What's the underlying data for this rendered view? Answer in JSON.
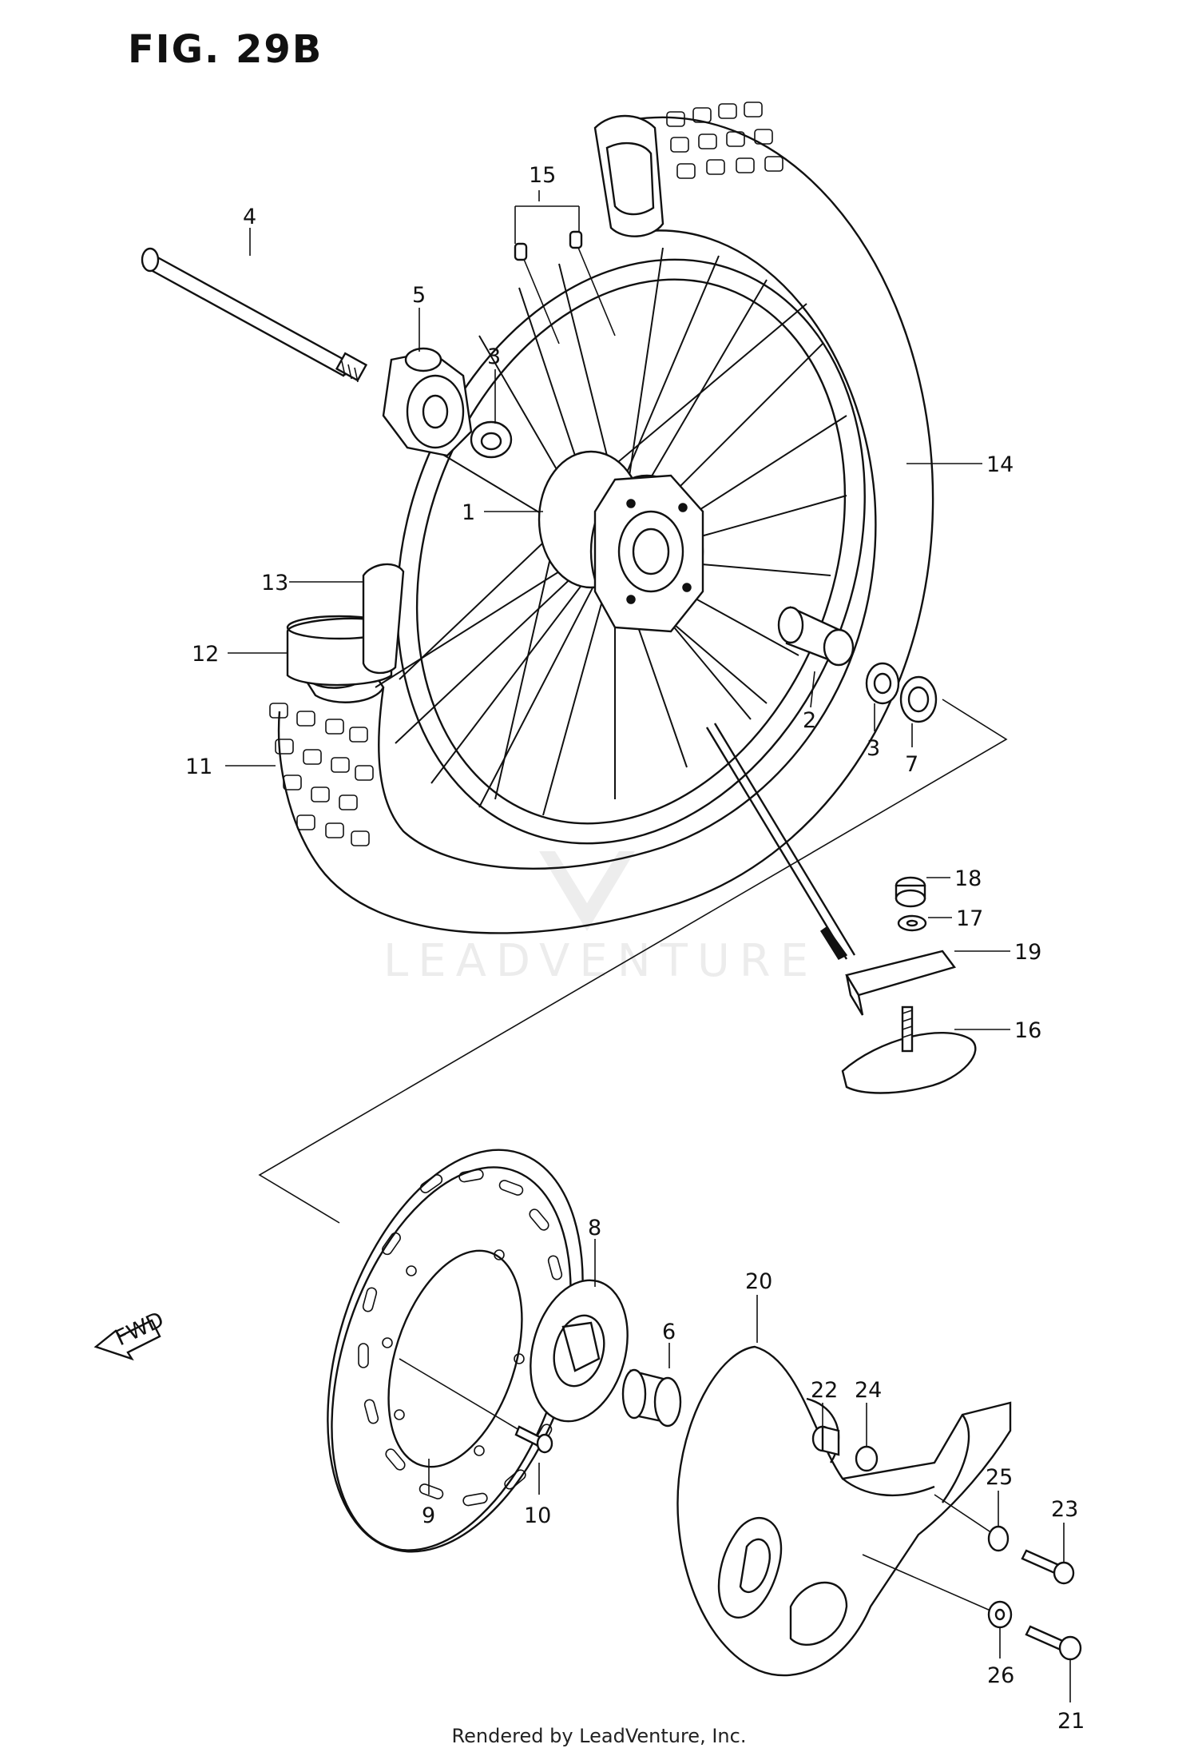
{
  "figure": {
    "title": "FIG. 29B",
    "footer": "Rendered by LeadVenture, Inc.",
    "watermark": "LEADVENTURE",
    "fwd_label": "FWD"
  },
  "callouts": [
    {
      "id": "1",
      "label": "1"
    },
    {
      "id": "2",
      "label": "2"
    },
    {
      "id": "3a",
      "label": "3"
    },
    {
      "id": "3b",
      "label": "3"
    },
    {
      "id": "4",
      "label": "4"
    },
    {
      "id": "5",
      "label": "5"
    },
    {
      "id": "6",
      "label": "6"
    },
    {
      "id": "7",
      "label": "7"
    },
    {
      "id": "8",
      "label": "8"
    },
    {
      "id": "9",
      "label": "9"
    },
    {
      "id": "10",
      "label": "10"
    },
    {
      "id": "11",
      "label": "11"
    },
    {
      "id": "12",
      "label": "12"
    },
    {
      "id": "13",
      "label": "13"
    },
    {
      "id": "14",
      "label": "14"
    },
    {
      "id": "15",
      "label": "15"
    },
    {
      "id": "16",
      "label": "16"
    },
    {
      "id": "17",
      "label": "17"
    },
    {
      "id": "18",
      "label": "18"
    },
    {
      "id": "19",
      "label": "19"
    },
    {
      "id": "20",
      "label": "20"
    },
    {
      "id": "21",
      "label": "21"
    },
    {
      "id": "22",
      "label": "22"
    },
    {
      "id": "23",
      "label": "23"
    },
    {
      "id": "24",
      "label": "24"
    },
    {
      "id": "25",
      "label": "25"
    },
    {
      "id": "26",
      "label": "26"
    }
  ]
}
